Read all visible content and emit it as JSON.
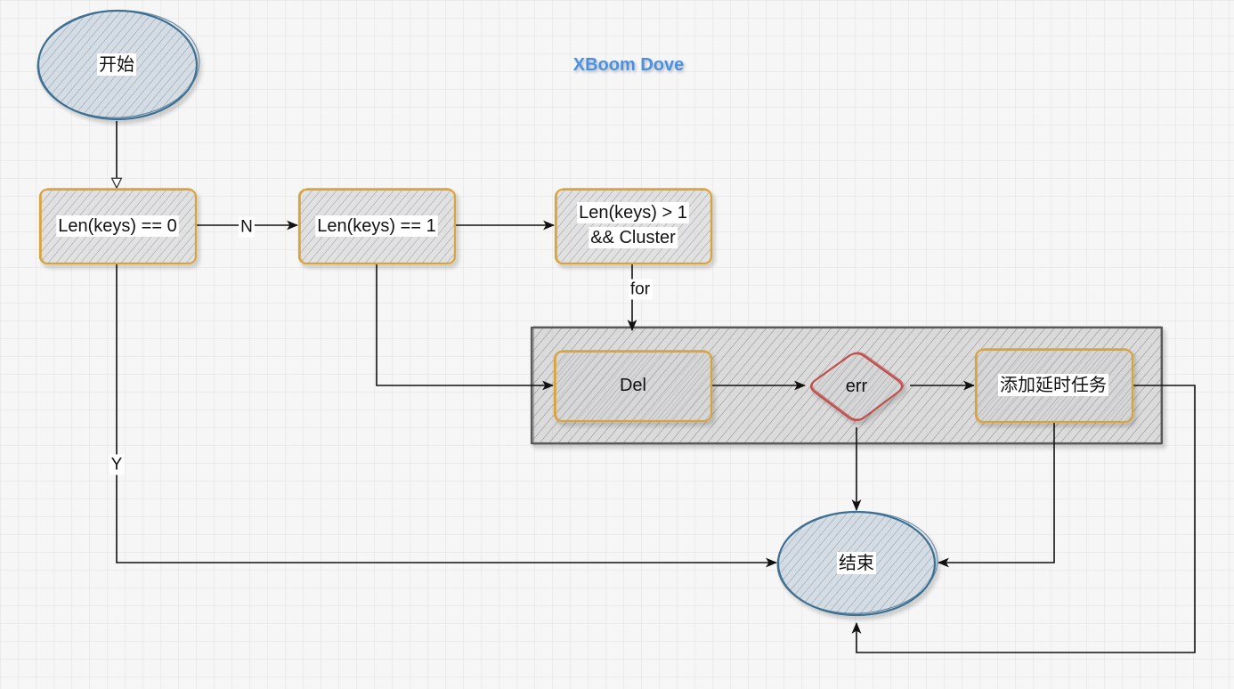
{
  "diagram": {
    "title": "XBoom Dove",
    "nodes": {
      "start": {
        "label": "开始"
      },
      "check_zero": {
        "label": "Len(keys) == 0"
      },
      "check_one": {
        "label": "Len(keys) == 1"
      },
      "check_cluster": {
        "lines": [
          "Len(keys) > 1",
          "&& Cluster"
        ]
      },
      "del": {
        "label": "Del"
      },
      "err": {
        "label": "err"
      },
      "add_delay_task": {
        "label": "添加延时任务"
      },
      "end": {
        "label": "结束"
      }
    },
    "edges": {
      "zero_to_one": {
        "label": "N"
      },
      "zero_to_end": {
        "label": "Y"
      },
      "cluster_to_loop": {
        "label": "for"
      }
    }
  },
  "colors": {
    "title": "#4a90e2",
    "terminal_stroke": "#3d6f91",
    "process_stroke": "#d9a43f",
    "decision_stroke": "#c0504d",
    "group_stroke": "#5a5a5a",
    "edge": "#111111",
    "grid": "#e0e0e0",
    "background": "#f6f6f6"
  }
}
